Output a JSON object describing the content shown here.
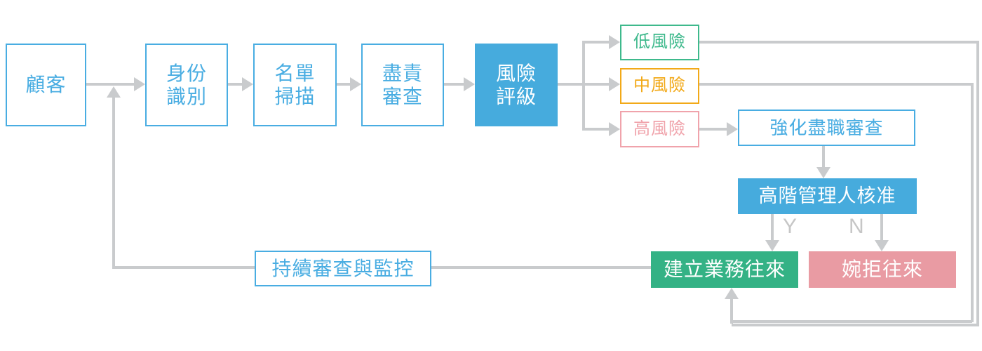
{
  "diagram": {
    "type": "flowchart",
    "language": "zh-TW",
    "nodes": {
      "customer": {
        "label": "顧客"
      },
      "identity": {
        "label": "身份\n識別"
      },
      "screening": {
        "label": "名單\n掃描"
      },
      "cdd": {
        "label": "盡責\n審查"
      },
      "rating": {
        "label": "風險\n評級"
      },
      "low": {
        "label": "低風險"
      },
      "mid": {
        "label": "中風險"
      },
      "high": {
        "label": "高風險"
      },
      "edd": {
        "label": "強化盡職審查"
      },
      "approval": {
        "label": "高階管理人核准"
      },
      "establish": {
        "label": "建立業務往來"
      },
      "decline": {
        "label": "婉拒往來"
      },
      "monitor": {
        "label": "持續審查與監控"
      }
    },
    "edge_labels": {
      "yes": "Y",
      "no": "N"
    },
    "colors": {
      "blue_outline": "#49ade2",
      "blue_fill": "#46abdd",
      "green_outline": "#3eb98c",
      "green_fill": "#34b285",
      "orange_outline": "#f2a918",
      "pink_outline": "#f0a3ab",
      "pink_fill": "#e99ba3",
      "connector": "#c9cbcd",
      "edge_label_text": "#c6c6c6"
    }
  }
}
